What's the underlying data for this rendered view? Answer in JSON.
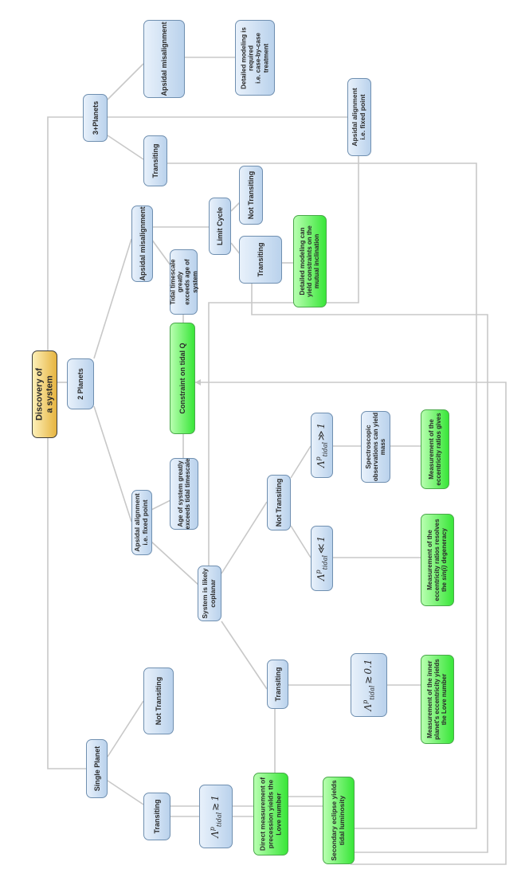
{
  "nodes": {
    "root": "Discovery of\na system",
    "single_planet": "Single Planet",
    "two_planets": "2 Planets",
    "three_planets": "3+Planets",
    "single_transiting": "Transiting",
    "single_not_transiting": "Not Transiting",
    "apsidal_alignment_2p": "Apsidal alignment\ni.e. fixed point",
    "apsidal_misalignment_2p": "Apsidal misalignment",
    "age_exceeds": "Age of system greatly\nexceeds tidal timescale",
    "constraint_tidal_q": "Constraint on tidal Q",
    "tidal_timescale_exceeds": "Tidal timescale greatly\nexceeds age of system",
    "limit_cycle": "Limit Cycle",
    "lc_not_transiting": "Not Transiting",
    "lc_transiting": "Transiting",
    "detailed_modeling_inclination": "Detailed modeling can\nyield constraints on the\nmutual inclination",
    "three_transiting": "Transiting",
    "three_apsidal_misalignment": "Apsidal misalignment",
    "detailed_modeling_required": "Detailed modeling is\nrequired\ni.e. case-by-case\ntreatment",
    "three_apsidal_alignment": "Apsidal alignment\ni.e. fixed point",
    "coplanar": "System is likely\ncoplanar",
    "cop_not_transiting": "Not Transiting",
    "cop_transiting": "Transiting",
    "spectroscopic": "Spectroscopic\nobservations can yield\nmass",
    "measurement_ecc_gives": "Measurement of the\neccentricity ratios gives",
    "measurement_ecc_resolves_pre": "Measurement of the\neccentricity ratios resolves\nthe ",
    "measurement_ecc_resolves_it": "sin(i)",
    "measurement_ecc_resolves_post": " degeneracy",
    "measurement_inner": "Measurement of the inner\nplanet's eccentricity yields\nthe Love number",
    "direct_measurement": "Direct measurement of\nprecession yields the\nLove number",
    "secondary_eclipse": "Secondary eclipse yields\ntidal luminosity"
  },
  "math": {
    "lambda_symbol": "Λ",
    "superscript": "p",
    "subscript": "tidal",
    "single_transit": {
      "rel": "≳",
      "value": "1"
    },
    "gg_one": {
      "rel": "≫",
      "value": "1"
    },
    "ll_one": {
      "rel": "≪",
      "value": "1"
    },
    "ge_pt1": {
      "rel": "≳",
      "value": "0.1"
    }
  }
}
